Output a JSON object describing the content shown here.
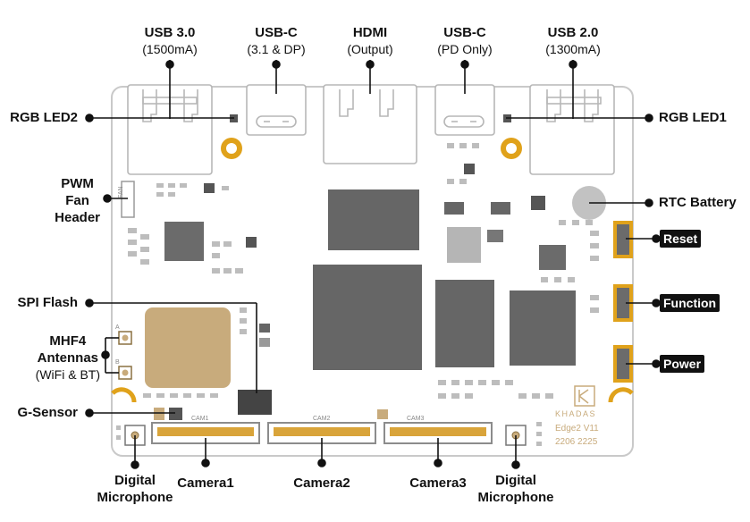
{
  "top_ports": [
    {
      "name": "USB 3.0",
      "detail": "(1500mA)"
    },
    {
      "name": "USB-C",
      "detail": "(3.1 & DP)"
    },
    {
      "name": "HDMI",
      "detail": "(Output)"
    },
    {
      "name": "USB-C",
      "detail": "(PD Only)"
    },
    {
      "name": "USB 2.0",
      "detail": "(1300mA)"
    }
  ],
  "left_labels": {
    "rgb_led2": "RGB LED2",
    "pwm_fan_1": "PWM",
    "pwm_fan_2": "Fan",
    "pwm_fan_3": "Header",
    "spi_flash": "SPI Flash",
    "mhf4_1": "MHF4",
    "mhf4_2": "Antennas",
    "mhf4_3": "(WiFi & BT)",
    "g_sensor": "G-Sensor"
  },
  "right_labels": {
    "rgb_led1": "RGB LED1",
    "rtc_battery": "RTC Battery",
    "reset": "Reset",
    "function": "Function",
    "power": "Power"
  },
  "bottom_labels": {
    "mic_left_1": "Digital",
    "mic_left_2": "Microphone",
    "camera1": "Camera1",
    "camera2": "Camera2",
    "camera3": "Camera3",
    "mic_right_1": "Digital",
    "mic_right_2": "Microphone"
  },
  "silkscreen": {
    "fan": "FAN",
    "cam1": "CAM1",
    "cam2": "CAM2",
    "cam3": "CAM3",
    "ant_a": "A",
    "ant_b": "B",
    "brand": "KHADAS",
    "model": "Edge2  V11",
    "date": "2206  2225"
  },
  "colors": {
    "board_outline": "#c9c9c9",
    "chip": "#6b6b6b",
    "gold": "#e0a21b",
    "wifi_module": "#c8ab7c",
    "connector_frame": "#8c8c8c"
  }
}
